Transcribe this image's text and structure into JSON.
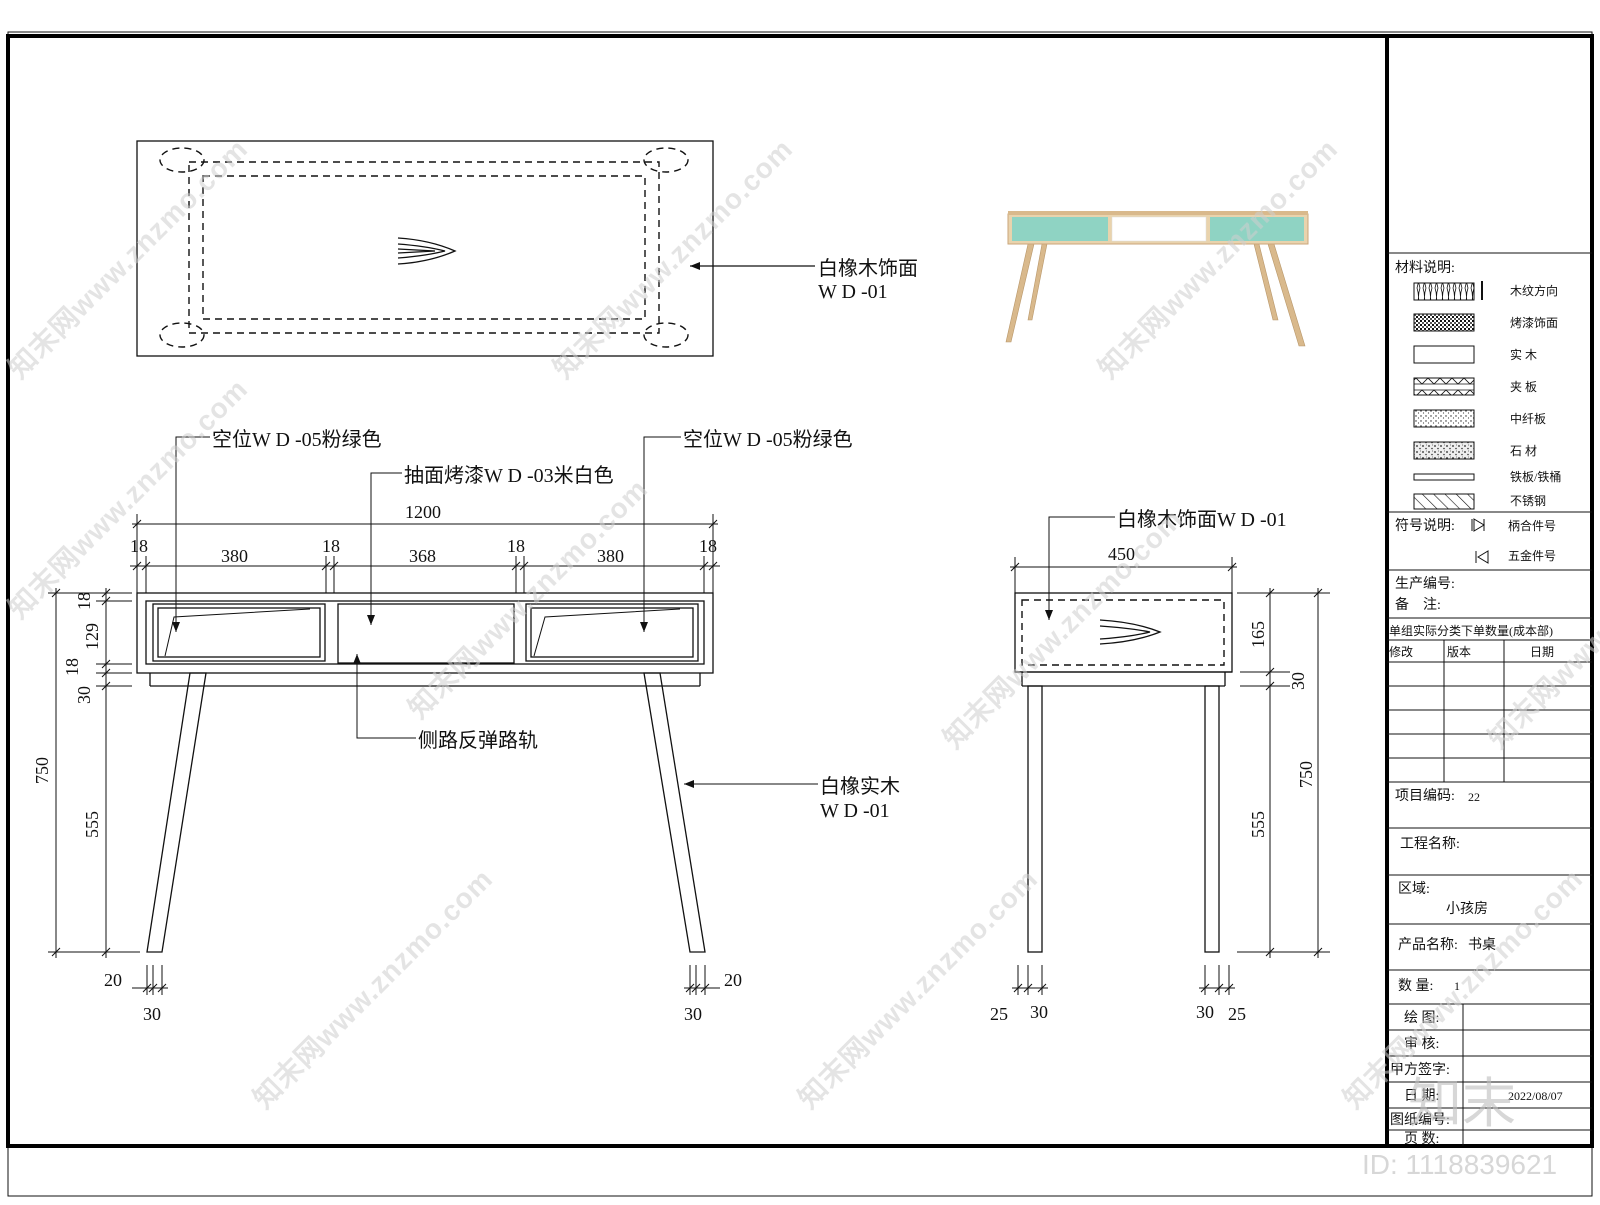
{
  "annotations": {
    "top_material_line1": "白橡木饰面",
    "top_material_line2": "W D -01",
    "left_slot": "空位W D -05粉绿色",
    "right_slot": "空位W D -05粉绿色",
    "drawer_face": "抽面烤漆W D -03米白色",
    "drawer_rail": "侧路反弹路轨",
    "leg_material_line1": "白橡实木",
    "leg_material_line2": "W D -01",
    "side_material": "白橡木饰面W D -01"
  },
  "front_dims": {
    "total_width": "1200",
    "side_panel_left": "18",
    "slot_left": "380",
    "divider_left": "18",
    "drawer": "368",
    "divider_right": "18",
    "slot_right": "380",
    "side_panel_right": "18",
    "top_thickness": "18",
    "opening_height": "129",
    "bottom_thickness": "18",
    "apron": "30",
    "total_height": "750",
    "leg_height": "555",
    "leg_foot_left": "20",
    "leg_top_left": "30",
    "leg_foot_right": "20",
    "leg_top_right": "30"
  },
  "side_dims": {
    "depth": "450",
    "cabinet_height": "165",
    "apron": "30",
    "total_height": "750",
    "leg_height": "555",
    "leg_left_offset": "25",
    "leg_left_width": "30",
    "leg_right_width": "30",
    "leg_right_offset": "25"
  },
  "legend": {
    "title": "材料说明:",
    "items": [
      {
        "label": "木纹方向",
        "pattern": "wood-grain"
      },
      {
        "label": "烤漆饰面",
        "pattern": "lacquer"
      },
      {
        "label": "实 木",
        "pattern": "solid-wood"
      },
      {
        "label": "夹 板",
        "pattern": "plywood"
      },
      {
        "label": "中纤板",
        "pattern": "mdf"
      },
      {
        "label": "石 材",
        "pattern": "stone"
      },
      {
        "label": "铁板/铁桶",
        "pattern": "steel"
      },
      {
        "label": "不锈钢",
        "pattern": "stainless"
      }
    ],
    "symbol_title": "符号说明:",
    "symbols": [
      {
        "label": "柄合件号"
      },
      {
        "label": "五金件号"
      }
    ]
  },
  "title_block": {
    "production_no_label": "生产编号:",
    "remark_label": "备　注:",
    "order_label": "单组实际分类下单数量(成本部)",
    "rev_header": [
      "修改",
      "版本",
      "日期"
    ],
    "project_code_label": "项目编码:",
    "project_code_value": "22",
    "project_name_label": "工程名称:",
    "area_label": "区域:",
    "area_value": "小孩房",
    "product_label": "产品名称:",
    "product_value": "书桌",
    "qty_label": "数 量:",
    "qty_value": "1",
    "drawn_label": "绘 图:",
    "checked_label": "审 核:",
    "client_sign_label": "甲方签字:",
    "date_label": "日 期:",
    "date_value": "2022/08/07",
    "drawing_no_label": "图纸编号:",
    "page_label": "页 数:"
  },
  "watermark": {
    "text": "知末网www.znzmo.com",
    "brand": "知末",
    "id_text": "ID: 1118839621"
  },
  "colors": {
    "slot_green": "#8fd3c3",
    "wood": "#d9b98c",
    "line": "#111111"
  }
}
